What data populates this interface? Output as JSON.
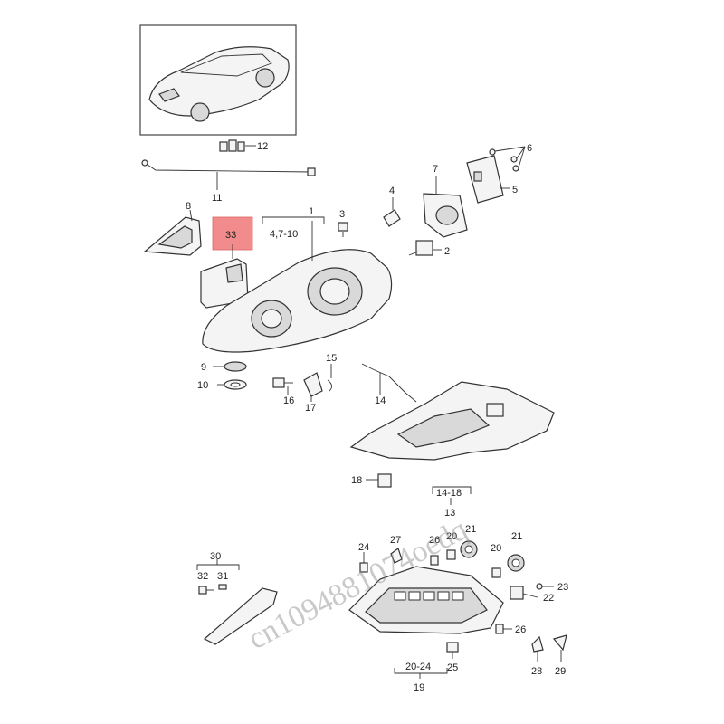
{
  "callouts": {
    "c1": "1",
    "c2": "2",
    "c3": "3",
    "c4": "4",
    "c5": "5",
    "c6": "6",
    "c7": "7",
    "c8": "8",
    "c9": "9",
    "c10": "10",
    "c11": "11",
    "c12": "12",
    "c13": "13",
    "c14": "14",
    "c15": "15",
    "c16": "16",
    "c17": "17",
    "c18": "18",
    "c19": "19",
    "c20a": "20",
    "c20b": "20",
    "c21a": "21",
    "c21b": "21",
    "c22": "22",
    "c23": "23",
    "c24": "24",
    "c25": "25",
    "c26a": "26",
    "c26b": "26",
    "c27": "27",
    "c28": "28",
    "c29": "29",
    "c30": "30",
    "c31": "31",
    "c32": "32",
    "c33": "33",
    "r4_10": "4,7-10",
    "r14_18": "14-18",
    "r20_24": "20-24"
  },
  "highlight_color": "#f28b8b",
  "watermark": "cn1094881074oedq"
}
